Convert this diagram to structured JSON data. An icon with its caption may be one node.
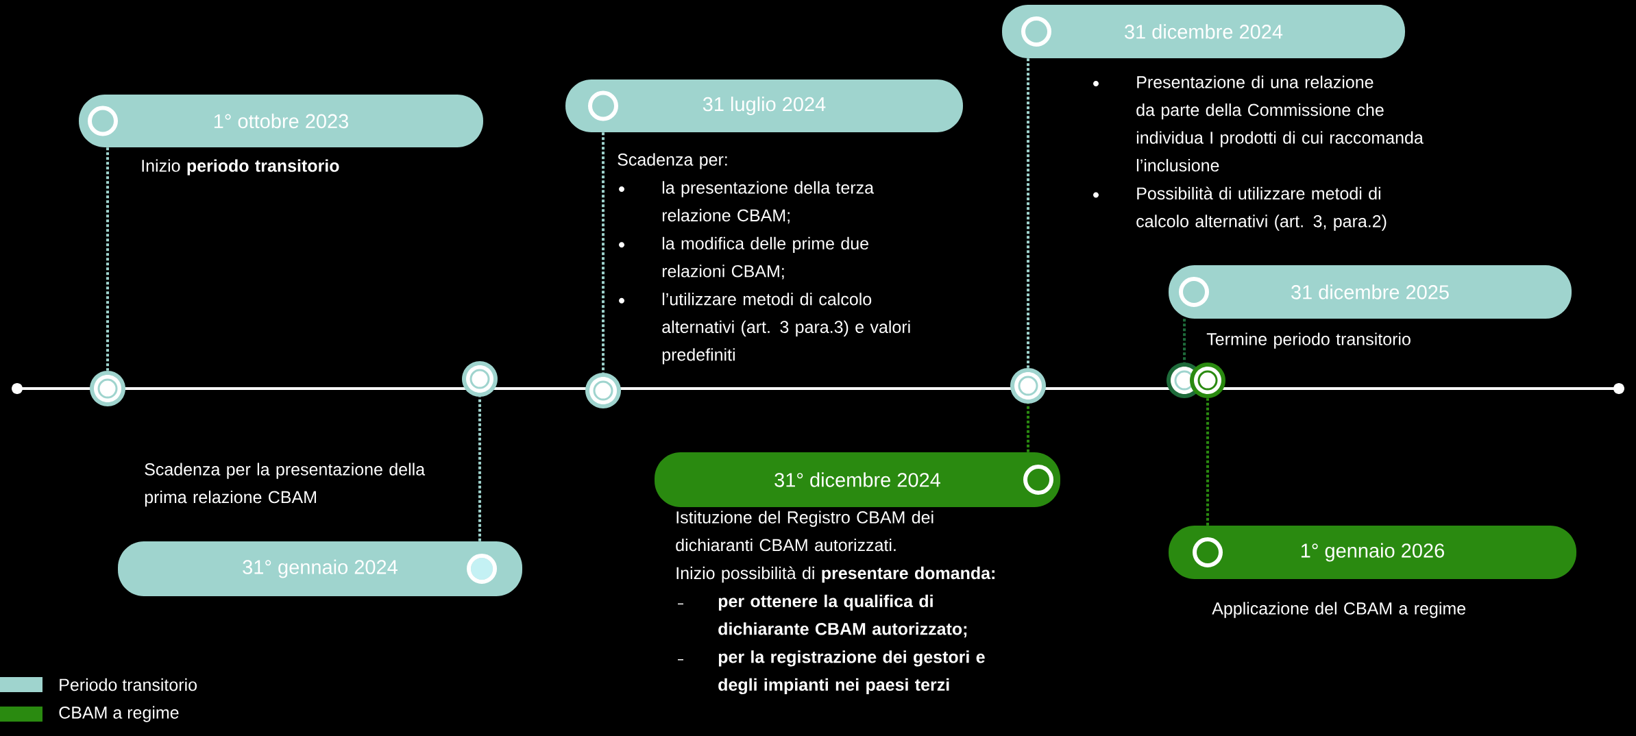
{
  "diagram": {
    "nodes": [
      {
        "text": [
          "1° ottobre 2023"
        ],
        "beside": [
          "Inizio **periodo transitorio**"
        ]
      },
      {
        "text": [
          "31 luglio 2024"
        ],
        "beside": [
          "Scadenza per:",
          "la presentazione della terza relazione CBAM;",
          "la modifica delle prime due relazioni CBAM;",
          "l’utilizzare metodi di calcolo alternativi (art. 3 para.3) e valori predefiniti"
        ]
      },
      {
        "text": [
          "31 dicembre 2024"
        ],
        "beside": [
          "Presentazione di una relazione da parte della Commissione che individua I prodotti di cui raccomanda l’inclusione",
          "Possibilità di utilizzare metodi di calcolo alternativi (art. 3, para.2)"
        ]
      },
      {
        "text": [
          "31 dicembre 2025"
        ],
        "beside": [
          "Termine periodo transitorio"
        ]
      },
      {
        "text": [
          "31° dicembre 2024"
        ],
        "beside": [
          "Istituzione del Registro CBAM dei dichiaranti CBAM autorizzati.",
          "Inizio possibilità di **presentare domanda:**",
          "per ottenere la qualifica di dichiarante CBAM autorizzato;",
          "per la registrazione dei gestori e degli impianti nei paesi terzi"
        ]
      },
      {
        "text": [
          "31° gennaio 2024"
        ],
        "beside": [
          "Scadenza per la presentazione della prima relazione CBAM"
        ]
      },
      {
        "text": [
          "1° gennaio 2026"
        ],
        "beside": [
          "Applicazione del CBAM a regime"
        ]
      },
      {
        "text": [],
        "shape": "circle"
      },
      {
        "text": [],
        "shape": "circle"
      },
      {
        "text": [],
        "shape": "circle"
      },
      {
        "text": [],
        "shape": "circle"
      },
      {
        "text": [],
        "shape": "circle"
      },
      {
        "text": [],
        "shape": "circle"
      }
    ],
    "edges": [
      {
        "from": 0,
        "to": 7,
        "arrow": "none",
        "style": "dashed"
      },
      {
        "from": 5,
        "to": 8,
        "arrow": "none",
        "style": "dashed"
      },
      {
        "from": 1,
        "to": 9,
        "arrow": "none",
        "style": "dashed"
      },
      {
        "from": 2,
        "to": 10,
        "arrow": "none",
        "style": "dashed"
      },
      {
        "from": 4,
        "to": 10,
        "arrow": "none",
        "style": "dashed",
        "color": "#2a8a10"
      },
      {
        "from": 3,
        "to": 11,
        "arrow": "none",
        "style": "dashed",
        "color": "#1e6b3a"
      },
      {
        "from": 6,
        "to": 12,
        "arrow": "none",
        "style": "dashed",
        "color": "#2a8a10"
      }
    ],
    "legend": [
      {
        "text": "Periodo transitorio",
        "color": "#9fd4ce"
      },
      {
        "text": "CBAM a regime",
        "color": "#2a8a10"
      }
    ]
  }
}
